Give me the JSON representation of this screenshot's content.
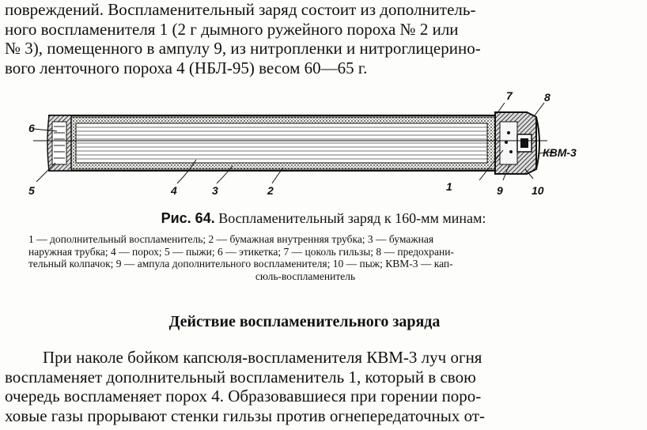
{
  "paragraph_top": {
    "lines": [
      "повреждений. Воспламенительный заряд состоит из дополнитель-",
      "ного воспламенителя 1 (2 г дымного ружейного пороха № 2 или",
      "№ 3), помещенного в ампулу 9, из нитропленки и нитроглицерино-",
      "вого ленточного пороха 4 (НБЛ-95) весом 60—65 г."
    ]
  },
  "figure": {
    "callouts": [
      "6",
      "5",
      "4",
      "3",
      "2",
      "7",
      "8",
      "КВМ-3",
      "1",
      "9",
      "10"
    ]
  },
  "caption": {
    "label": "Рис. 64.",
    "text": " Воспламенительный заряд к 160-мм минам:"
  },
  "legend": {
    "lines": [
      "1 — дополнительный воспламенитель; 2 — бумажная внутренняя трубка; 3 — бумажная",
      "наружная трубка; 4 — порох; 5 — пыжи; 6 — этикетка; 7 — цоколь гильзы; 8 — предохрани-",
      "тельный колпачок; 9 — ампула дополнительного воспламенителя; 10 — пыж; КВМ-3 — кап-",
      "сюль-воспламенитель"
    ]
  },
  "section_heading": "Действие воспламенительного заряда",
  "paragraph_bottom": {
    "lines": [
      "При наколе бойком капсюля-воспламенителя КВМ-3 луч огня",
      "воспламеняет дополнительный воспламенитель 1, который в свою",
      "очередь воспламеняет порох 4. Образовавшиеся при горении поро-",
      "ховые газы прорывают стенки гильзы против огнепередаточных от-"
    ]
  }
}
